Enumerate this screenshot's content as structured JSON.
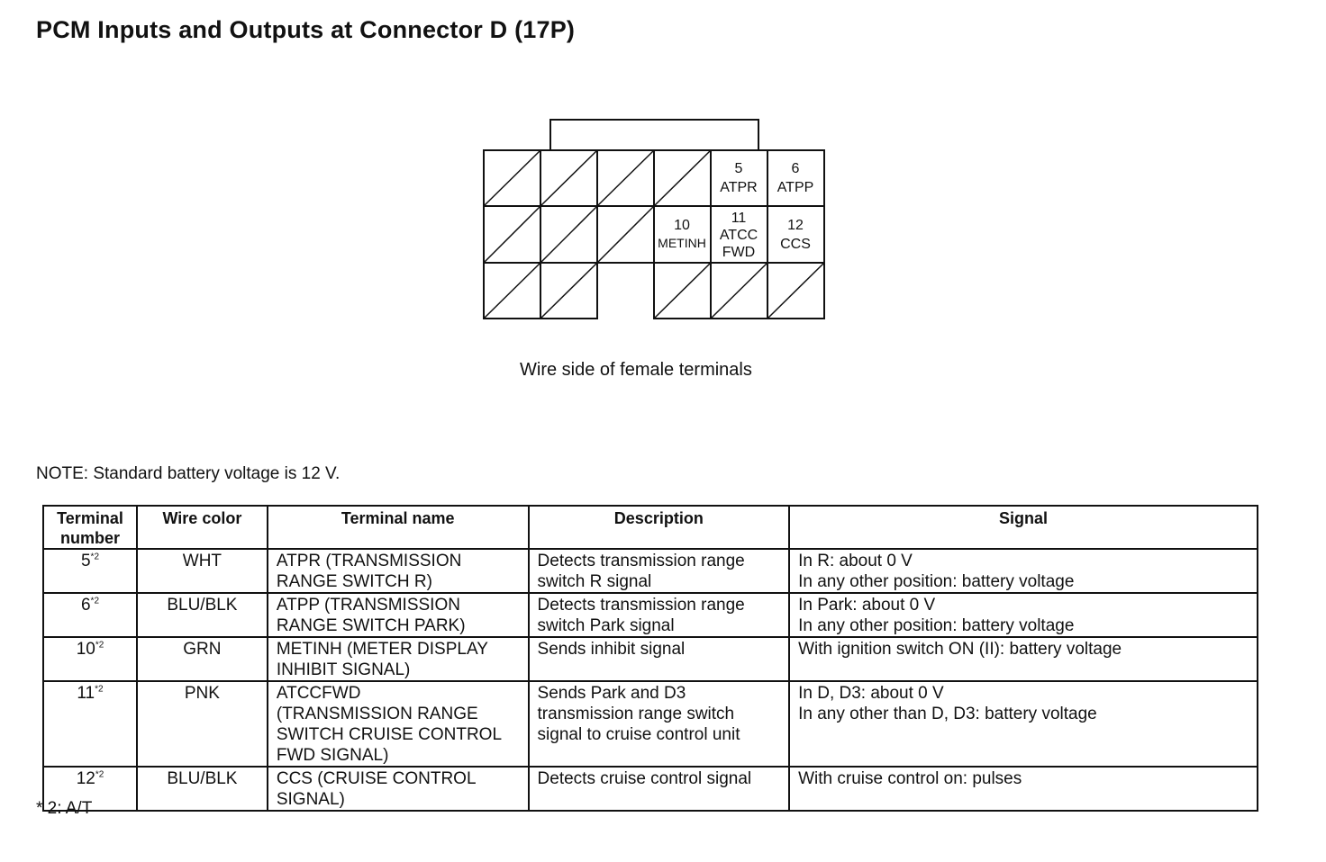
{
  "title": "PCM Inputs and Outputs at Connector D (17P)",
  "connector": {
    "terminals": [
      {
        "number": "5",
        "name": "ATPR"
      },
      {
        "number": "6",
        "name": "ATPP"
      },
      {
        "number": "10",
        "name": "METINH"
      },
      {
        "number": "11",
        "name_lines": [
          "ATCC",
          "FWD"
        ]
      },
      {
        "number": "12",
        "name": "CCS"
      }
    ],
    "caption": "Wire side of female terminals"
  },
  "note": "NOTE: Standard battery voltage is 12 V.",
  "table": {
    "headers": {
      "terminal_number": [
        "Terminal",
        "number"
      ],
      "wire_color": "Wire color",
      "terminal_name": "Terminal name",
      "description": "Description",
      "signal": "Signal"
    },
    "rows": [
      {
        "number": "5",
        "note": "*2",
        "wire": "WHT",
        "name": [
          "ATPR (TRANSMISSION",
          "RANGE SWITCH R)"
        ],
        "description": [
          "Detects transmission range",
          "switch R signal"
        ],
        "signal": [
          "In R: about 0 V",
          "In any other position: battery voltage"
        ]
      },
      {
        "number": "6",
        "note": "*2",
        "wire": "BLU/BLK",
        "name": [
          "ATPP (TRANSMISSION",
          "RANGE SWITCH PARK)"
        ],
        "description": [
          "Detects transmission range",
          "switch Park signal"
        ],
        "signal": [
          "In Park: about 0 V",
          "In any other position: battery voltage"
        ]
      },
      {
        "number": "10",
        "note": "*2",
        "wire": "GRN",
        "name": [
          "METINH (METER DISPLAY",
          "INHIBIT SIGNAL)"
        ],
        "description": [
          "Sends inhibit signal"
        ],
        "signal": [
          "With ignition switch ON (II): battery voltage"
        ]
      },
      {
        "number": "11",
        "note": "*2",
        "wire": "PNK",
        "name": [
          "ATCCFWD",
          "(TRANSMISSION RANGE",
          "SWITCH CRUISE CONTROL",
          "FWD SIGNAL)"
        ],
        "description": [
          "Sends Park and D3",
          "transmission range switch",
          "signal to cruise control unit"
        ],
        "signal": [
          "In D, D3: about 0 V",
          "In any other than D, D3: battery voltage"
        ]
      },
      {
        "number": "12",
        "note": "*2",
        "wire": "BLU/BLK",
        "name": [
          "CCS (CRUISE CONTROL",
          "SIGNAL)"
        ],
        "description": [
          "Detects cruise control signal"
        ],
        "signal": [
          "With cruise control on: pulses"
        ]
      }
    ]
  },
  "footnote": "* 2: A/T"
}
